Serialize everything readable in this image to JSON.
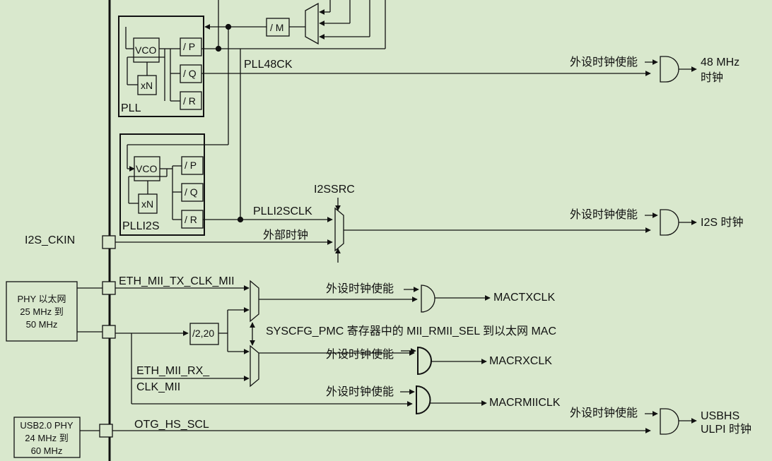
{
  "pll": {
    "title": "PLL",
    "vco": "VCO",
    "n": "xN",
    "p": "/ P",
    "q": "/ Q",
    "r": "/ R",
    "m": "/ M",
    "out48": "PLL48CK"
  },
  "plli2s": {
    "title": "PLLI2S",
    "vco": "VCO",
    "n": "xN",
    "p": "/ P",
    "q": "/ Q",
    "r": "/ R",
    "out": "PLLI2SCLK",
    "mux_label": "I2SSRC",
    "ext_clock": "外部时钟",
    "pin": "I2S_CKIN"
  },
  "gate_label": "外设时钟使能",
  "outputs": {
    "mhz48_line1": "48 MHz",
    "mhz48_line2": "时钟",
    "i2s": "I2S 时钟",
    "mactx": "MACTXCLK",
    "macrx": "MACRXCLK",
    "macrmii": "MACRMIICLK",
    "usbhs_line1": "USBHS",
    "usbhs_line2": "ULPI 时钟"
  },
  "ethernet": {
    "phy_line1": "PHY 以太网",
    "phy_line2": "25 MHz 到",
    "phy_line3": "50 MHz",
    "tx_clk": "ETH_MII_TX_CLK_MII",
    "rx_clk_line1": "ETH_MII_RX_",
    "rx_clk_line2": "CLK_MII",
    "divider": "/2,20",
    "syscfg": "SYSCFG_PMC 寄存器中的 MII_RMII_SEL 到以太网 MAC"
  },
  "usb": {
    "phy_line1": "USB2.0 PHY",
    "phy_line2": "24 MHz 到",
    "phy_line3": "60 MHz",
    "scl": "OTG_HS_SCL"
  },
  "colors": {
    "background": "#d9e8cd",
    "stroke": "#111111"
  }
}
